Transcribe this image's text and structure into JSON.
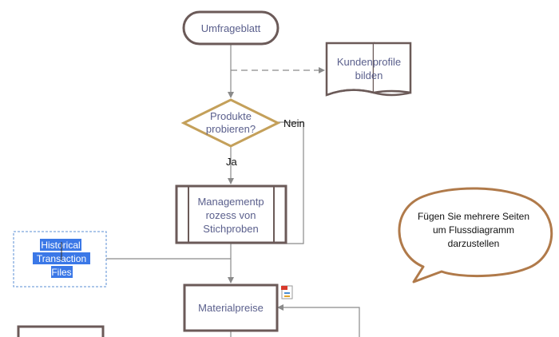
{
  "diagram": {
    "start": {
      "label": "Umfrageblatt"
    },
    "document": {
      "line1": "Kundenprofile",
      "line2": "bilden"
    },
    "decision": {
      "line1": "Produkte",
      "line2": "probieren?"
    },
    "yes_label": "Ja",
    "no_label": "Nein",
    "subprocess": {
      "line1": "Managementp",
      "line2": "rozess von",
      "line3": "Stichproben"
    },
    "process": {
      "label": "Materialpreise"
    },
    "selected_box": {
      "line1": "Historical",
      "line2": "Transaction",
      "line3": "Files"
    },
    "callout": {
      "line1": "Fügen Sie mehrere Seiten",
      "line2": "um Flussdiagramm",
      "line3": "darzustellen"
    }
  },
  "colors": {
    "node_border": "#6b5a58",
    "decision_border": "#c4a05a",
    "connector": "#8a8a8a",
    "callout_border": "#b07a4a",
    "selection": "#3b78e7",
    "text": "#5a5f8c"
  }
}
